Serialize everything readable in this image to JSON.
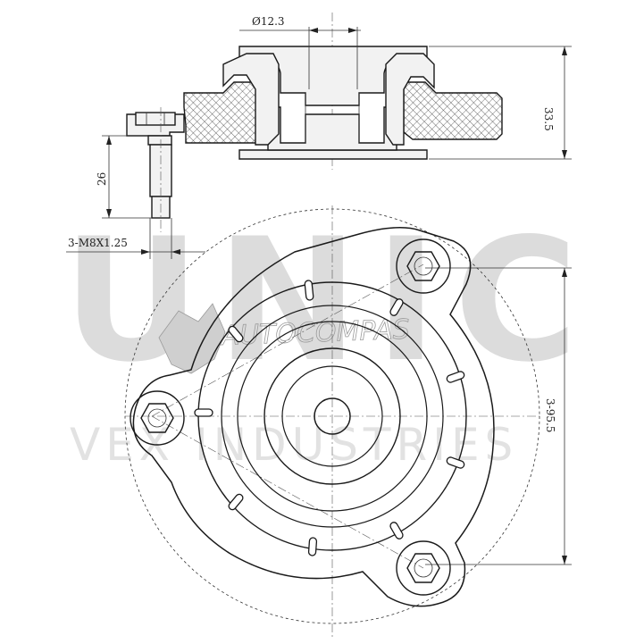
{
  "dimensions": {
    "bore_diameter": "Ø12.3",
    "height": "33.5",
    "stud_length": "26",
    "thread": "3-M8X1.25",
    "bolt_circle": "3-95.5"
  },
  "watermark": {
    "brand": "UNIC",
    "company": "VEX INDUSTRIES",
    "logo_text": "AUTOCOMPAS"
  },
  "colors": {
    "line": "#1a1a1a",
    "watermark": "#dcdcdc"
  }
}
